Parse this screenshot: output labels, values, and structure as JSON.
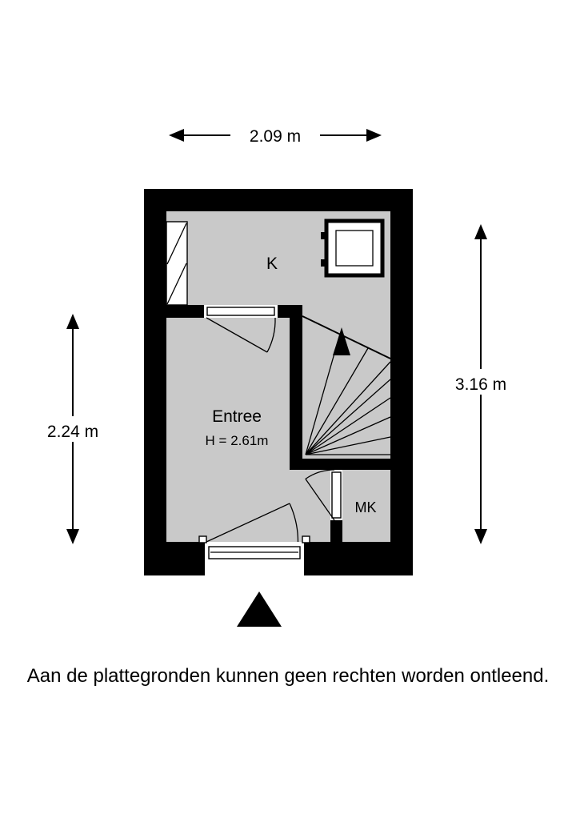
{
  "plan": {
    "dimensions": {
      "width": "2.09 m",
      "left_height": "2.24 m",
      "right_height": "3.16 m"
    },
    "rooms": {
      "kitchen": "K",
      "entree": "Entree",
      "entree_ceiling": "H = 2.61m",
      "meter_closet": "MK"
    }
  },
  "disclaimer": "Aan de plattegronden kunnen geen rechten worden ontleend.",
  "colors": {
    "wall": "#000000",
    "floor": "#c9c9c9",
    "background": "#ffffff"
  }
}
